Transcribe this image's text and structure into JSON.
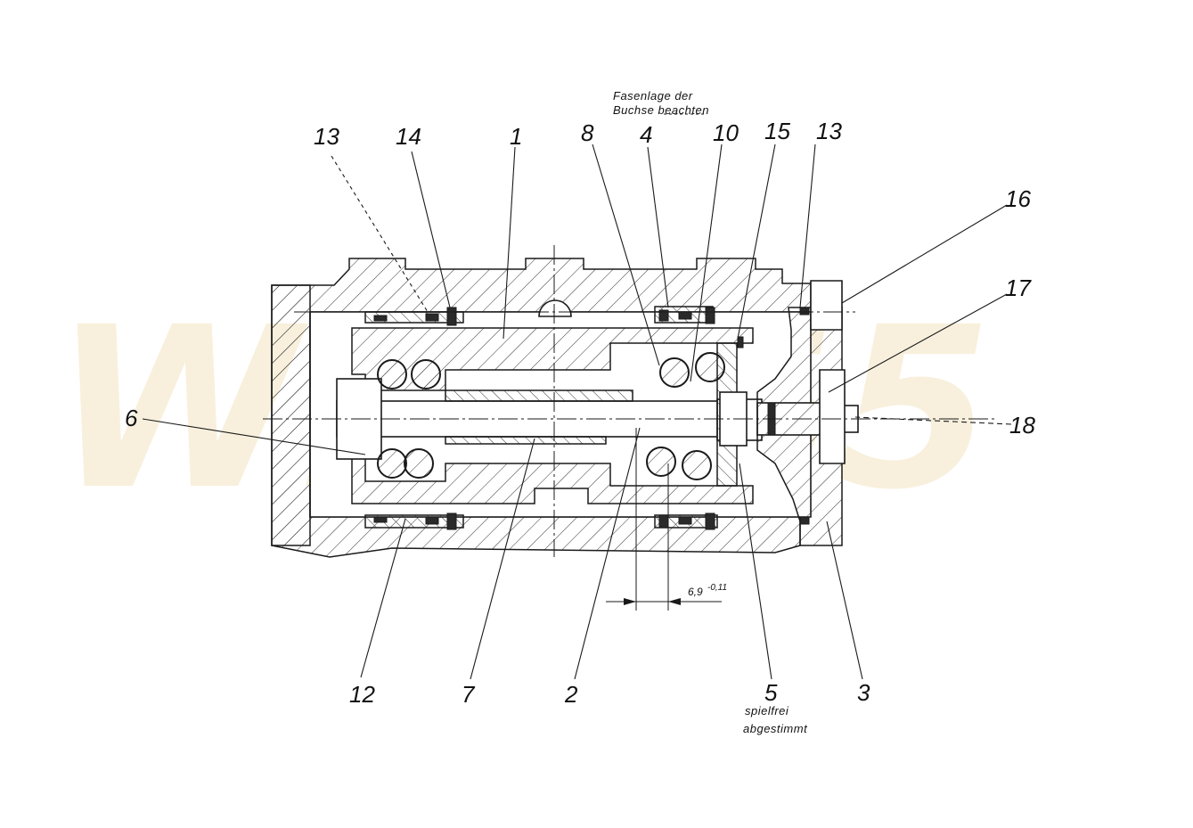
{
  "watermark": {
    "text": "Wilo 55",
    "color": "#f4e5c2"
  },
  "notes": {
    "fasenlage_line1": "Fasenlage der",
    "fasenlage_line2": "Buchse beachten",
    "spielfrei_line1": "spielfrei",
    "spielfrei_line2": "abgestimmt"
  },
  "dimension": {
    "text": "6,9",
    "tolerance": "-0,11"
  },
  "callouts": [
    {
      "id": "13a",
      "text": "13"
    },
    {
      "id": "14",
      "text": "14"
    },
    {
      "id": "1",
      "text": "1"
    },
    {
      "id": "8",
      "text": "8"
    },
    {
      "id": "4",
      "text": "4"
    },
    {
      "id": "10",
      "text": "10"
    },
    {
      "id": "15",
      "text": "15"
    },
    {
      "id": "13b",
      "text": "13"
    },
    {
      "id": "16",
      "text": "16"
    },
    {
      "id": "17",
      "text": "17"
    },
    {
      "id": "6",
      "text": "6"
    },
    {
      "id": "18",
      "text": "18"
    },
    {
      "id": "12",
      "text": "12"
    },
    {
      "id": "7",
      "text": "7"
    },
    {
      "id": "2",
      "text": "2"
    },
    {
      "id": "5",
      "text": "5"
    },
    {
      "id": "3",
      "text": "3"
    }
  ]
}
